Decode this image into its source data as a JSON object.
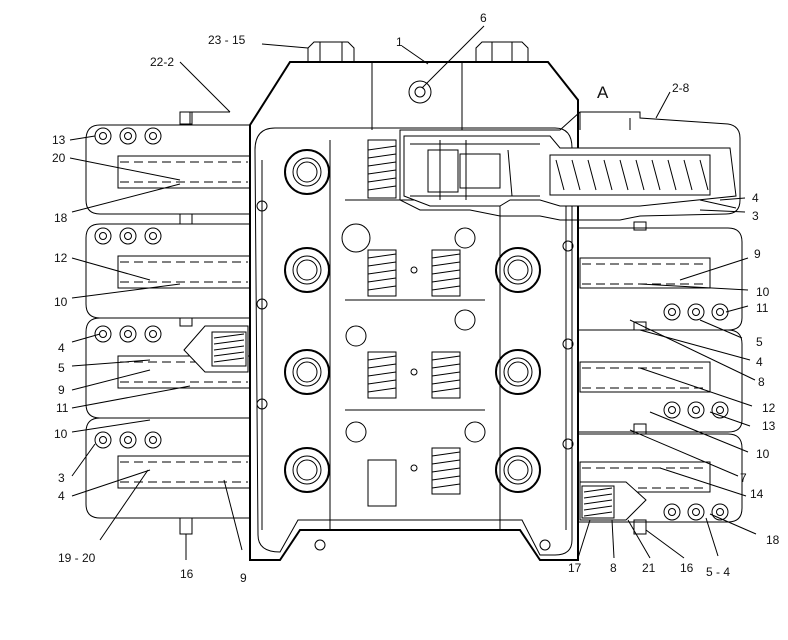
{
  "diagram": {
    "view_letter": "A",
    "callouts": {
      "c_23_15": "23 - 15",
      "c_22_2": "22-2",
      "c_1": "1",
      "c_6": "6",
      "c_2_8": "2-8",
      "l_13": "13",
      "l_20": "20",
      "l_18": "18",
      "l_12": "12",
      "l_10a": "10",
      "l_4a": "4",
      "l_5a": "5",
      "l_9a": "9",
      "l_11": "11",
      "l_10b": "10",
      "l_3": "3",
      "l_4b": "4",
      "l_19_20": "19 - 20",
      "b_16a": "16",
      "b_9": "9",
      "b_17": "17",
      "b_8": "8",
      "b_21": "21",
      "b_16b": "16",
      "b_5_4": "5 - 4",
      "r_4a": "4",
      "r_3": "3",
      "r_9": "9",
      "r_10a": "10",
      "r_11": "11",
      "r_5": "5",
      "r_4b": "4",
      "r_8": "8",
      "r_12": "12",
      "r_13": "13",
      "r_10b": "10",
      "r_7": "7",
      "r_14": "14",
      "r_18": "18"
    }
  }
}
